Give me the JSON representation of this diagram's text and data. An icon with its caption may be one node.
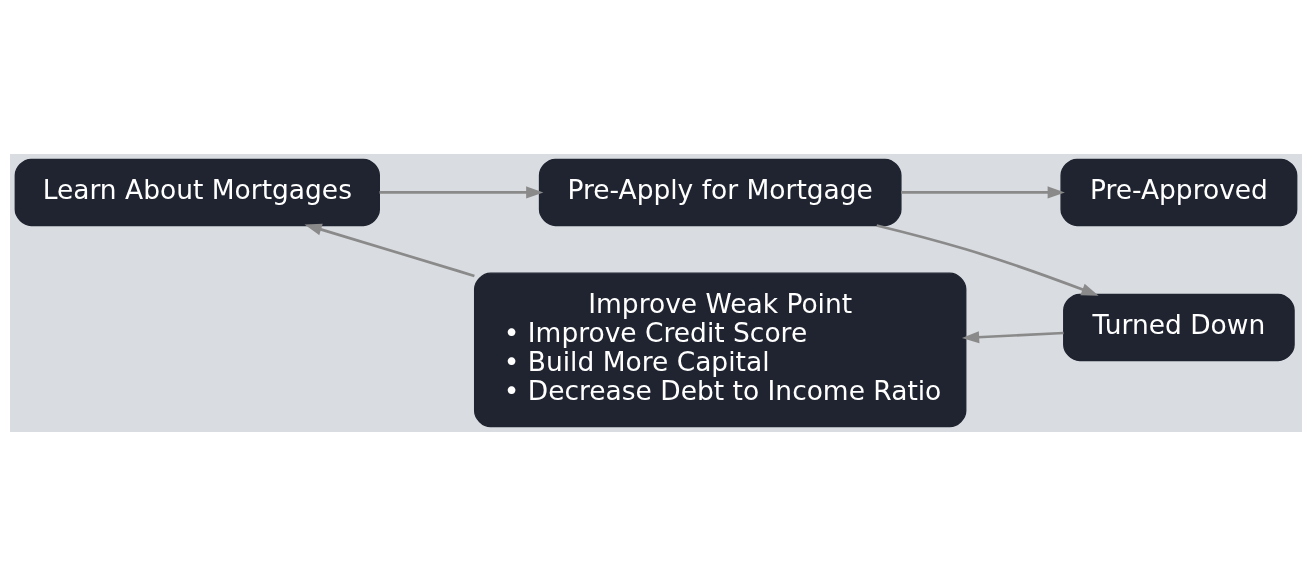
{
  "diagram": {
    "nodes": [
      {
        "text": [
          "Learn About Mortgages"
        ]
      },
      {
        "text": [
          "Pre-Apply for Mortgage"
        ]
      },
      {
        "text": [
          "Pre-Approved"
        ]
      },
      {
        "text": [
          "Turned Down"
        ]
      },
      {
        "text": [
          "Improve Weak Point",
          "• Improve Credit Score",
          "• Build More Capital",
          "• Decrease Debt to Income Ratio"
        ]
      }
    ],
    "edges": [
      {
        "from": 0,
        "to": 1,
        "arrow": "to"
      },
      {
        "from": 1,
        "to": 2,
        "arrow": "to"
      },
      {
        "from": 1,
        "to": 3,
        "arrow": "to"
      },
      {
        "from": 3,
        "to": 4,
        "arrow": "to"
      },
      {
        "from": 4,
        "to": 0,
        "arrow": "to"
      }
    ]
  }
}
